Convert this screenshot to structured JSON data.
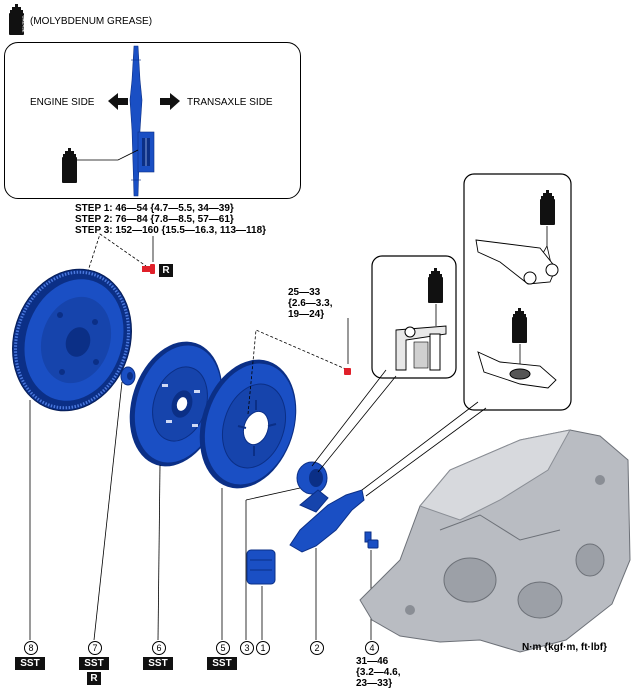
{
  "legend": {
    "label": "(MOLYBDENUM GREASE)",
    "icon": "grease-can-icon"
  },
  "top_callout": {
    "left_label": "ENGINE SIDE",
    "right_label": "TRANSAXLE SIDE"
  },
  "torque_steps": [
    "STEP 1: 46—54 {4.7—5.5, 34—39}",
    "STEP 2: 76—84 {7.8—8.5, 57—61}",
    "STEP 3: 152—160 {15.5—16.3, 113—118}"
  ],
  "pressure_plate_torque": [
    "25—33",
    "{2.6—3.3,",
    "19—24}"
  ],
  "pivot_torque": [
    "31—46",
    "{3.2—4.6,",
    "23—33}"
  ],
  "units": "N·m {kgf·m, ft·lbf}",
  "badges": {
    "sst": "SST",
    "replace": "R"
  },
  "grease_label": "GREASE",
  "parts": [
    {
      "num": "8",
      "sst": true,
      "replace": false
    },
    {
      "num": "7",
      "sst": true,
      "replace": true
    },
    {
      "num": "6",
      "sst": true,
      "replace": false
    },
    {
      "num": "5",
      "sst": true,
      "replace": false
    },
    {
      "num": "3",
      "sst": false,
      "replace": false
    },
    {
      "num": "1",
      "sst": false,
      "replace": false
    },
    {
      "num": "2",
      "sst": false,
      "replace": false
    },
    {
      "num": "4",
      "sst": false,
      "replace": false
    }
  ],
  "colors": {
    "part_blue": "#1a4fc4",
    "part_dark": "#0b2f86",
    "bolt_red": "#e0202a",
    "housing_gray": "#b9bcc2"
  }
}
